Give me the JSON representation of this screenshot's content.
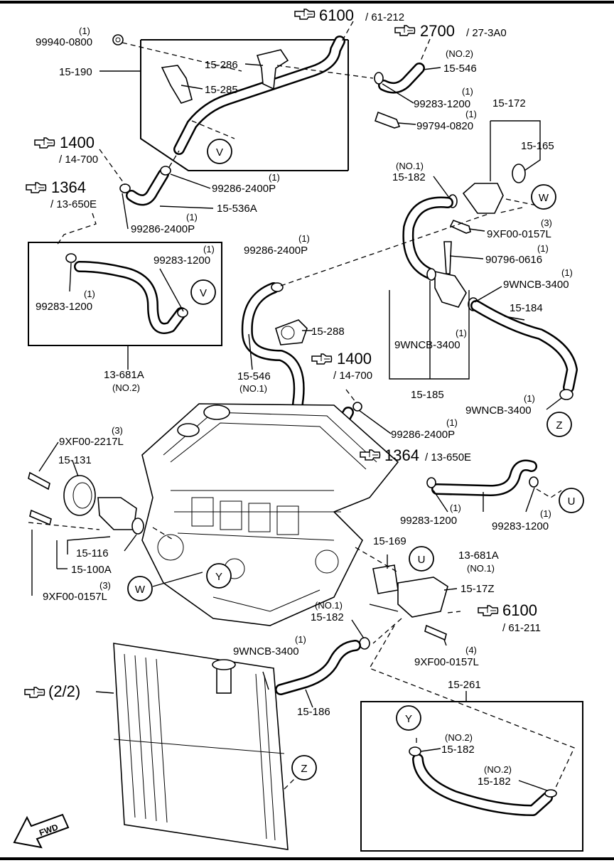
{
  "refs": {
    "r6100_top": {
      "num": "6100",
      "sub": "/ 61-212"
    },
    "r2700": {
      "num": "2700",
      "sub": "/ 27-3A0"
    },
    "r1400_left": {
      "num": "1400",
      "sub": "/ 14-700"
    },
    "r1364_left": {
      "num": "1364",
      "sub": "/ 13-650E"
    },
    "r1400_mid": {
      "num": "1400",
      "sub": "/ 14-700"
    },
    "r1364_mid": {
      "num": "1364",
      "sub": "/ 13-650E"
    },
    "r6100_right": {
      "num": "6100",
      "sub": "/ 61-211"
    },
    "r2of2": {
      "num": "(2/2)"
    }
  },
  "callouts": {
    "V": "V",
    "W": "W",
    "Z": "Z",
    "U": "U",
    "Y": "Y"
  },
  "parts": {
    "p99940_0800": {
      "qty": "(1)",
      "code": "99940-0800"
    },
    "p15_190": {
      "code": "15-190"
    },
    "p15_286": {
      "code": "15-286"
    },
    "p15_285": {
      "code": "15-285"
    },
    "p15_546_no2": {
      "qty": "(NO.2)",
      "code": "15-546"
    },
    "p99283_1200_a": {
      "qty": "(1)",
      "code": "99283-1200"
    },
    "p99794_0820": {
      "qty": "(1)",
      "code": "99794-0820"
    },
    "p15_172": {
      "code": "15-172"
    },
    "p15_165": {
      "code": "15-165"
    },
    "p99286_2400p_a": {
      "qty": "(1)",
      "code": "99286-2400P"
    },
    "p15_536a": {
      "code": "15-536A"
    },
    "p99286_2400p_b": {
      "qty": "(1)",
      "code": "99286-2400P"
    },
    "p15_182_no1_top": {
      "qty": "(NO.1)",
      "code": "15-182"
    },
    "p9xf00_0157l_a": {
      "qty": "(3)",
      "code": "9XF00-0157L"
    },
    "p90796_0616": {
      "qty": "(1)",
      "code": "90796-0616"
    },
    "p99286_2400p_c": {
      "qty": "(1)",
      "code": "99286-2400P"
    },
    "p99283_1200_b": {
      "qty": "(1)",
      "code": "99283-1200"
    },
    "p99283_1200_c": {
      "qty": "(1)",
      "code": "99283-1200"
    },
    "p9wncb_3400_a": {
      "qty": "(1)",
      "code": "9WNCB-3400"
    },
    "p15_184": {
      "code": "15-184"
    },
    "p15_288": {
      "code": "15-288"
    },
    "p9wncb_3400_b": {
      "qty": "(1)",
      "code": "9WNCB-3400"
    },
    "p13_681a_no2": {
      "code": "13-681A",
      "qty": "(NO.2)"
    },
    "p15_546_no1": {
      "code": "15-546",
      "qty": "(NO.1)"
    },
    "p15_185": {
      "code": "15-185"
    },
    "p9wncb_3400_c": {
      "qty": "(1)",
      "code": "9WNCB-3400"
    },
    "p99286_2400p_d": {
      "qty": "(1)",
      "code": "99286-2400P"
    },
    "p9xf00_2217l": {
      "qty": "(3)",
      "code": "9XF00-2217L"
    },
    "p15_131": {
      "code": "15-131"
    },
    "p99283_1200_d": {
      "qty": "(1)",
      "code": "99283-1200"
    },
    "p99283_1200_e": {
      "qty": "(1)",
      "code": "99283-1200"
    },
    "p13_681a_no1": {
      "code": "13-681A",
      "qty": "(NO.1)"
    },
    "p15_116": {
      "code": "15-116"
    },
    "p15_100a": {
      "code": "15-100A"
    },
    "p15_169": {
      "code": "15-169"
    },
    "p9xf00_0157l_b": {
      "qty": "(3)",
      "code": "9XF00-0157L"
    },
    "p15_17z": {
      "code": "15-17Z"
    },
    "p15_182_no1_bot": {
      "qty": "(NO.1)",
      "code": "15-182"
    },
    "p9wncb_3400_d": {
      "qty": "(1)",
      "code": "9WNCB-3400"
    },
    "p9xf00_0157l_c": {
      "qty": "(4)",
      "code": "9XF00-0157L"
    },
    "p15_186": {
      "code": "15-186"
    },
    "p15_261": {
      "code": "15-261"
    },
    "p15_182_no2_a": {
      "qty": "(NO.2)",
      "code": "15-182"
    },
    "p15_182_no2_b": {
      "qty": "(NO.2)",
      "code": "15-182"
    }
  },
  "fwd": "FWD"
}
